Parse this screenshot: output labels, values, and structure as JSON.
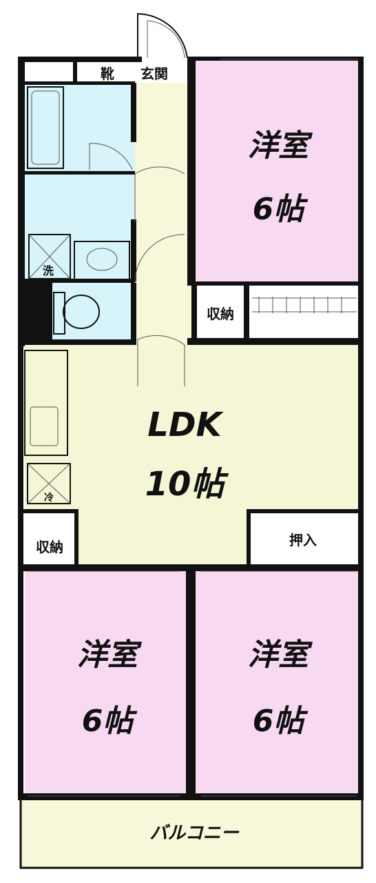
{
  "rooms": {
    "western_room_top": {
      "name": "洋室",
      "size": "6帖"
    },
    "ldk": {
      "name": "LDK",
      "size": "10帖"
    },
    "western_room_bottom_left": {
      "name": "洋室",
      "size": "6帖"
    },
    "western_room_bottom_right": {
      "name": "洋室",
      "size": "6帖"
    },
    "balcony": {
      "name": "バルコニー"
    }
  },
  "labels": {
    "shoes": "靴",
    "entrance": "玄関",
    "storage_top": "収納",
    "storage_left": "収納",
    "closet": "押入",
    "washer": "洗",
    "fridge": "冷"
  },
  "colors": {
    "western_room": "#f7d9f2",
    "ldk": "#f4f6d6",
    "wet_area": "#d6f4f9",
    "corridor": "#f7f7d9",
    "balcony": "#f7f7d9",
    "wall": "#111111"
  }
}
